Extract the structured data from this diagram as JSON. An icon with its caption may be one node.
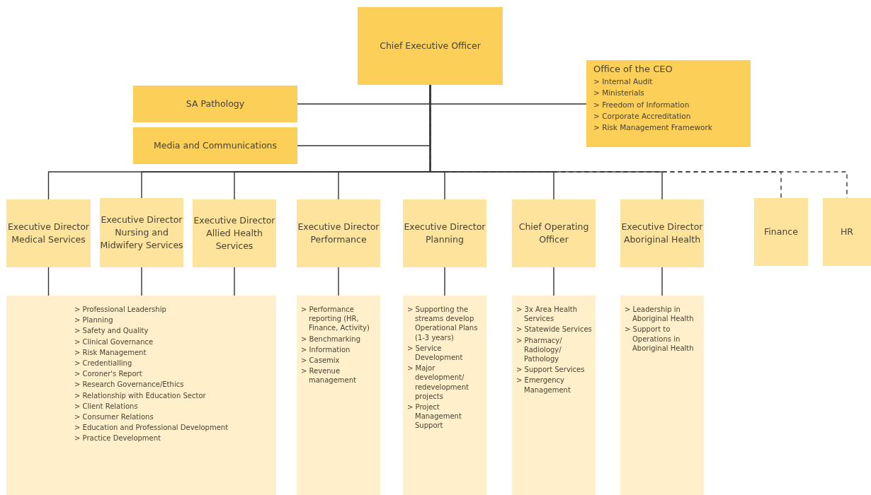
{
  "diagram": {
    "nodes": [
      {
        "text": [
          "Chief Executive Officer"
        ]
      },
      {
        "text": [
          "Office of the CEO",
          "> Internal Audit",
          "> Ministerials",
          "> Freedom of Information",
          "> Corporate Accreditation",
          "> Risk Management Framework"
        ]
      },
      {
        "text": [
          "SA Pathology"
        ]
      },
      {
        "text": [
          "Media and Communications"
        ]
      },
      {
        "text": [
          "Executive Director Medical Services"
        ]
      },
      {
        "text": [
          "Executive Director Nursing and Midwifery Services"
        ]
      },
      {
        "text": [
          "Executive Director Allied Health Services"
        ]
      },
      {
        "text": [
          "Executive Director Performance"
        ]
      },
      {
        "text": [
          "Executive Director Planning"
        ]
      },
      {
        "text": [
          "Chief Operating Officer"
        ]
      },
      {
        "text": [
          "Executive Director Aboriginal Health"
        ]
      },
      {
        "text": [
          "Finance"
        ]
      },
      {
        "text": [
          "HR"
        ]
      },
      {
        "text": [
          "> Professional Leadership",
          "> Planning",
          "> Safety and Quality",
          "> Clinical Governance",
          "> Risk Management",
          "> Credentialling",
          "> Coroner's Report",
          "> Research Governance/Ethics",
          "> Relationship with Education Sector",
          "> Client Relations",
          "> Consumer Relations",
          "> Education and Professional Development",
          "> Practice Development"
        ]
      },
      {
        "text": [
          "> Performance reporting (HR, Finance, Activity)",
          "> Benchmarking",
          "> Information",
          "> Casemix",
          "> Revenue management"
        ]
      },
      {
        "text": [
          "> Supporting the streams develop Operational Plans (1-3 years)",
          "> Service Development",
          "> Major development/ redevelopment projects",
          "> Project Management Support"
        ]
      },
      {
        "text": [
          "> 3x Area Health Services",
          "> Statewide Services",
          "> Pharmacy/ Radiology/ Pathology",
          "> Support Services",
          "> Emergency Management"
        ]
      },
      {
        "text": [
          "> Leadership in Aboriginal Health",
          "> Support to Operations in Aboriginal Health"
        ]
      }
    ],
    "edges": [
      {
        "from": 0,
        "to": 1,
        "arrow": "none"
      },
      {
        "from": 0,
        "to": 2,
        "arrow": "none"
      },
      {
        "from": 0,
        "to": 3,
        "arrow": "none"
      },
      {
        "from": 0,
        "to": 4,
        "arrow": "none"
      },
      {
        "from": 0,
        "to": 5,
        "arrow": "none"
      },
      {
        "from": 0,
        "to": 6,
        "arrow": "none"
      },
      {
        "from": 0,
        "to": 7,
        "arrow": "none"
      },
      {
        "from": 0,
        "to": 8,
        "arrow": "none"
      },
      {
        "from": 0,
        "to": 9,
        "arrow": "none"
      },
      {
        "from": 0,
        "to": 10,
        "arrow": "none"
      },
      {
        "from": 0,
        "to": 11,
        "arrow": "none",
        "style": "dashed"
      },
      {
        "from": 0,
        "to": 12,
        "arrow": "none",
        "style": "dashed"
      },
      {
        "from": 4,
        "to": 13,
        "arrow": "none"
      },
      {
        "from": 5,
        "to": 13,
        "arrow": "none"
      },
      {
        "from": 6,
        "to": 13,
        "arrow": "none"
      },
      {
        "from": 7,
        "to": 14,
        "arrow": "none"
      },
      {
        "from": 8,
        "to": 15,
        "arrow": "none"
      },
      {
        "from": 9,
        "to": 16,
        "arrow": "none"
      },
      {
        "from": 10,
        "to": 17,
        "arrow": "none"
      }
    ]
  }
}
